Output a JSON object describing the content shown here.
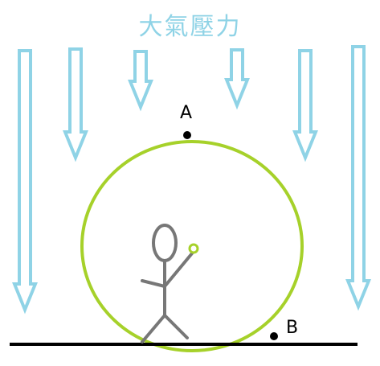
{
  "title": "大氣壓力",
  "point_a_label": "A",
  "point_b_label": "B",
  "colors": {
    "arrow": "#8fd3e6",
    "bubble": "#a6d12a",
    "person": "#777777",
    "ground": "#000000",
    "point": "#000000"
  },
  "icons": {
    "pressure_arrow": "down-arrow-outline-icon",
    "person": "stick-figure-icon"
  }
}
